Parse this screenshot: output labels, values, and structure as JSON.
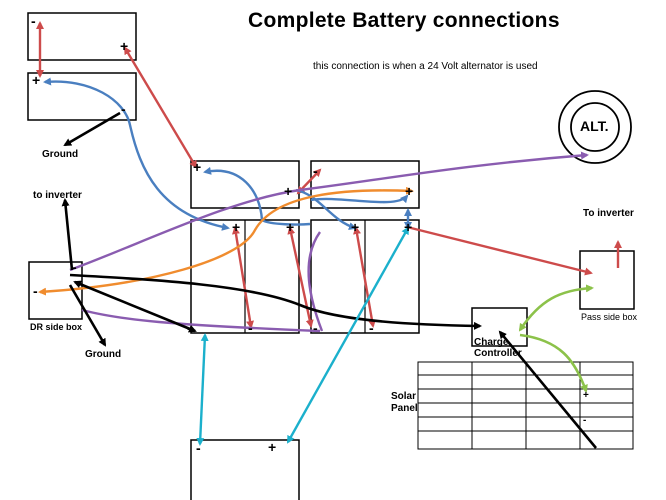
{
  "title": "Complete  Battery  connections",
  "subtitle": "this connection is when a 24 Volt alternator is used",
  "labels": {
    "ground_top": "Ground",
    "to_inverter_left": "to inverter",
    "dr_side_box": "DR side box",
    "ground_bottom": "Ground",
    "to_inverter_right": "To inverter",
    "pass_side_box": "Pass side box",
    "charge_controller_line1": "Charge",
    "charge_controller_line2": "Controller",
    "solar_panel_line1": "Solar",
    "solar_panel_line2": "Panel",
    "alternator": "ALT."
  },
  "signs": {
    "minus": "-",
    "plus": "+"
  },
  "colors": {
    "red": "#cd4b4b",
    "blue": "#4a7fc0",
    "purple": "#8a5cb0",
    "orange": "#f08c2e",
    "cyan": "#1bb0cc",
    "green": "#8cc24a",
    "black": "#000000"
  }
}
